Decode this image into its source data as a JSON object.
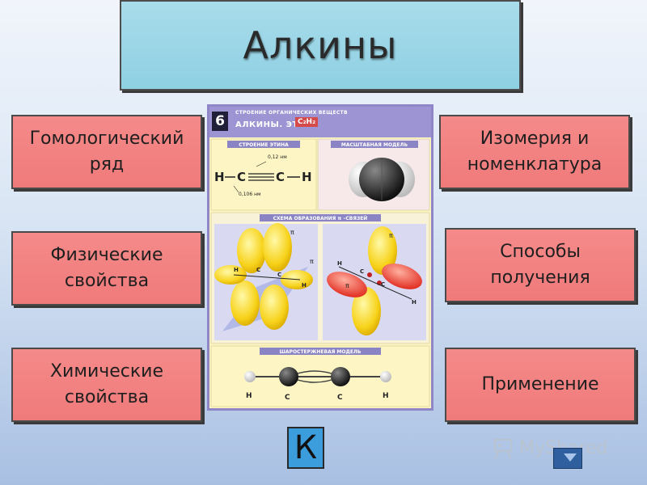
{
  "title": "Алкины",
  "buttons": {
    "homologous": "Гомологический\nряд",
    "physical": "Физические\nсвойства",
    "chemical": "Химические\nсвойства",
    "isomerism": "Изомерия и\nноменклатура",
    "methods": "Способы\nполучения",
    "application": "Применение"
  },
  "poster": {
    "number": "6",
    "header_small": "СТРОЕНИЕ ОРГАНИЧЕСКИХ ВЕЩЕСТВ",
    "header_main": "АЛКИНЫ. ЭТИН",
    "formula": "C₂H₂",
    "section_structure": "СТРОЕНИЕ ЭТИНА",
    "section_scale_model": "МАСШТАБНАЯ МОДЕЛЬ",
    "section_pi": "СХЕМА ОБРАЗОВАНИЯ π –СВЯЗЕЙ",
    "section_ball_stick": "ШАРОСТЕРЖНЕВАЯ МОДЕЛЬ",
    "bond_cc": "0,12 нм",
    "bond_ch": "0,106 нм",
    "atom_h": "H",
    "atom_c": "C",
    "pi": "π"
  },
  "nav": {
    "k_label": "К"
  },
  "watermark": "MyShared",
  "colors": {
    "title_bg": "#8fd0e3",
    "button_bg": "#f07a7a",
    "k_bg": "#3c9ddd"
  }
}
